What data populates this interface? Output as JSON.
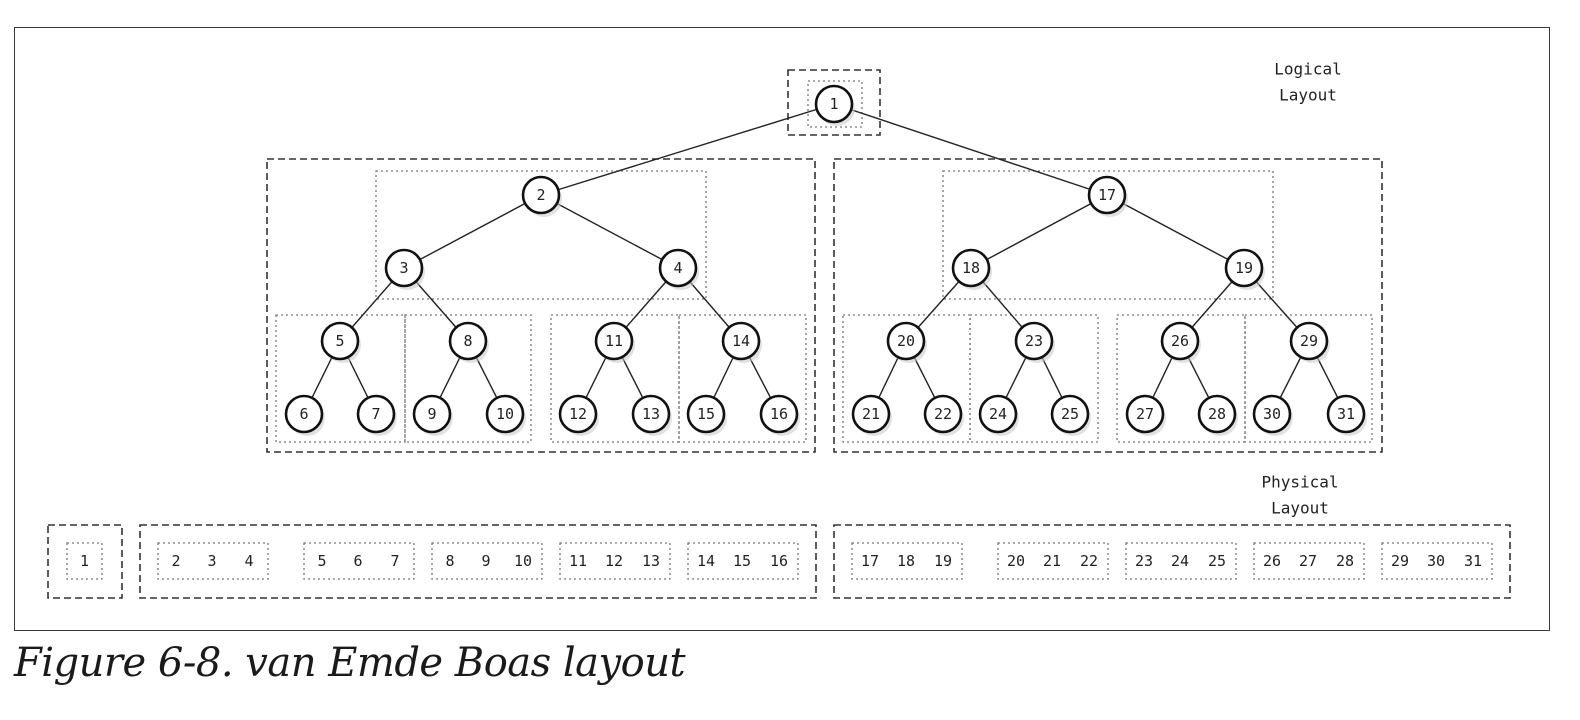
{
  "diagram": {
    "logical_label": [
      "Logical",
      "Layout"
    ],
    "physical_label": [
      "Physical",
      "Layout"
    ],
    "tree_nodes": [
      1,
      2,
      3,
      4,
      5,
      6,
      7,
      8,
      9,
      10,
      11,
      12,
      13,
      14,
      15,
      16,
      17,
      18,
      19,
      20,
      21,
      22,
      23,
      24,
      25,
      26,
      27,
      28,
      29,
      30,
      31
    ],
    "physical_groups": [
      [
        [
          "1"
        ]
      ],
      [
        [
          "2",
          "3",
          "4"
        ],
        [
          "5",
          "6",
          "7"
        ],
        [
          "8",
          "9",
          "10"
        ],
        [
          "11",
          "12",
          "13"
        ],
        [
          "14",
          "15",
          "16"
        ]
      ],
      [
        [
          "17",
          "18",
          "19"
        ],
        [
          "20",
          "21",
          "22"
        ],
        [
          "23",
          "24",
          "25"
        ],
        [
          "26",
          "27",
          "28"
        ],
        [
          "29",
          "30",
          "31"
        ]
      ]
    ]
  },
  "caption": "Figure 6-8. van Emde Boas layout"
}
